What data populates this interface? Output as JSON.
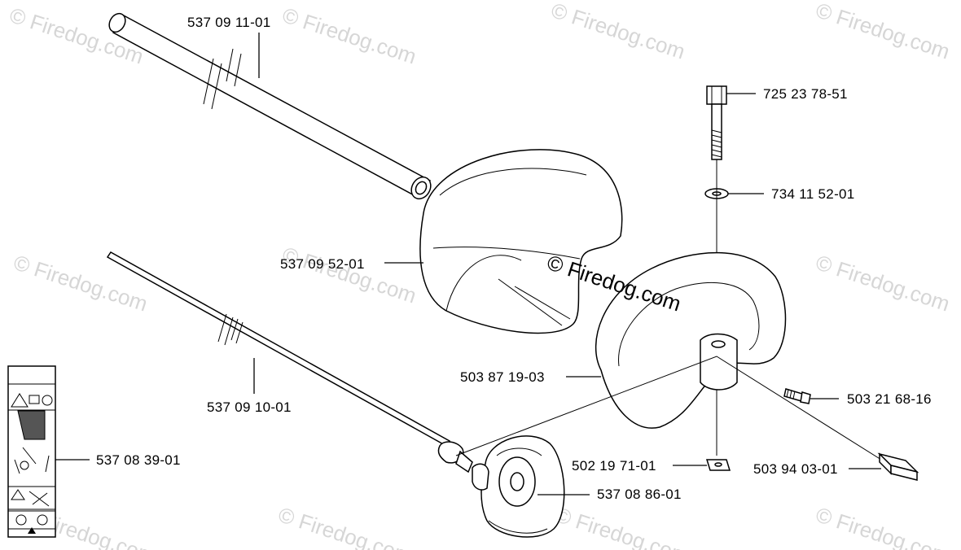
{
  "watermark": "© Firedog.com",
  "parts": [
    {
      "id": "tube",
      "number": "537 09 11-01"
    },
    {
      "id": "bolt",
      "number": "725 23 78-51"
    },
    {
      "id": "washer",
      "number": "734 11 52-01"
    },
    {
      "id": "shield",
      "number": "537 09 52-01"
    },
    {
      "id": "handle",
      "number": "503 87 19-03"
    },
    {
      "id": "screw",
      "number": "503 21 68-16"
    },
    {
      "id": "shaft",
      "number": "537 09 10-01"
    },
    {
      "id": "decal",
      "number": "537 08 39-01"
    },
    {
      "id": "nut",
      "number": "502 19 71-01"
    },
    {
      "id": "clamp",
      "number": "503 94 03-01"
    },
    {
      "id": "cup",
      "number": "537 08 86-01"
    }
  ]
}
